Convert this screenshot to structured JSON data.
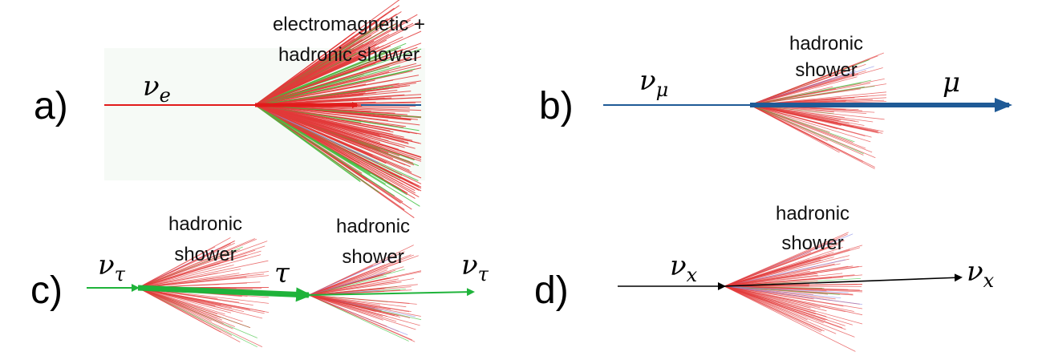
{
  "panels": {
    "a": {
      "label": "a)",
      "neutrino": {
        "symbol": "ν",
        "subscript": "e"
      },
      "caption_line1": "electromagnetic +",
      "caption_line2": "hadronic shower"
    },
    "b": {
      "label": "b)",
      "neutrino": {
        "symbol": "ν",
        "subscript": "μ"
      },
      "caption_line1": "hadronic",
      "caption_line2": "shower",
      "outgoing": "μ"
    },
    "c": {
      "label": "c)",
      "neutrino_in": {
        "symbol": "ν",
        "subscript": "τ"
      },
      "caption1_line1": "hadronic",
      "caption1_line2": "shower",
      "tau": "τ",
      "caption2_line1": "hadronic",
      "caption2_line2": "shower",
      "neutrino_out": {
        "symbol": "ν",
        "subscript": "τ"
      }
    },
    "d": {
      "label": "d)",
      "neutrino_in": {
        "symbol": "ν",
        "subscript": "x"
      },
      "caption_line1": "hadronic",
      "caption_line2": "shower",
      "neutrino_out": {
        "symbol": "ν",
        "subscript": "x"
      }
    }
  },
  "colors": {
    "electron": "#e21b1b",
    "muon": "#1f5a96",
    "tau": "#1fb33a",
    "other": "#000000",
    "shower_red": "#e23a3a",
    "shower_green": "#3fc23f",
    "shower_blue": "#8a8ee8"
  }
}
